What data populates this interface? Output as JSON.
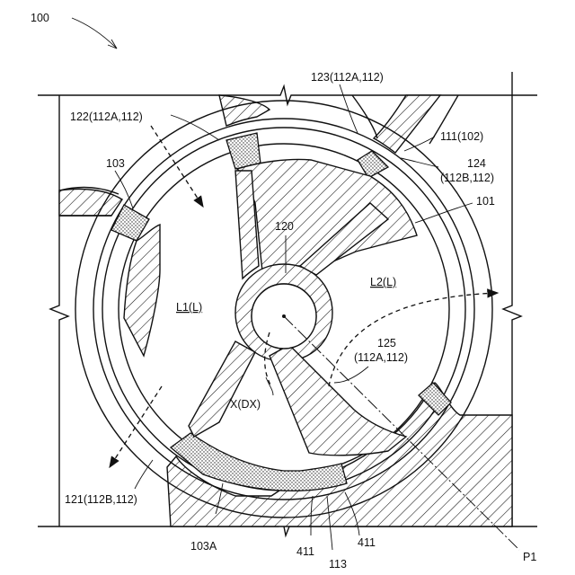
{
  "labels": {
    "fig": "100",
    "l123": "123(112A,112)",
    "l122": "122(112A,112)",
    "l111": "111(102)",
    "l124a": "124",
    "l124b": "(112B,112)",
    "l103": "103",
    "l101": "101",
    "l120": "120",
    "lL1": "L1(L)",
    "lL2": "L2(L)",
    "l125a": "125",
    "l125b": "(112A,112)",
    "lX": "X(DX)",
    "l121": "121(112B,112)",
    "l103A": "103A",
    "l411a": "411",
    "l113": "113",
    "l411b": "411",
    "lP1": "P1"
  }
}
